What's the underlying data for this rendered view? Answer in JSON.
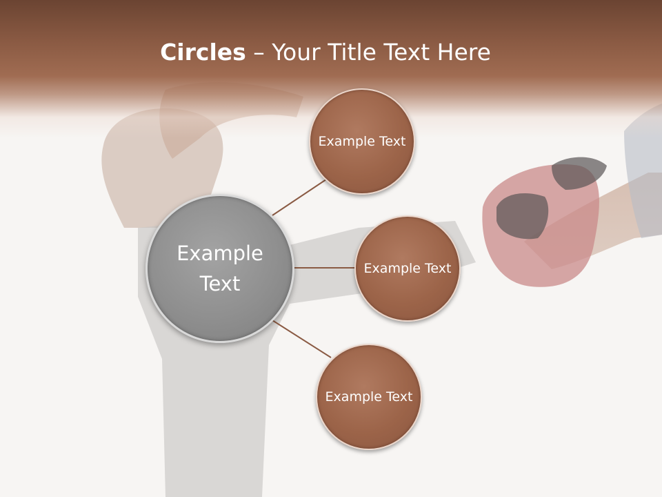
{
  "slide": {
    "title_bold": "Circles",
    "title_rest": " – Your Title Text Here"
  },
  "diagram": {
    "center": {
      "label": "Example Text",
      "color": "#8f8f8f"
    },
    "nodes": [
      {
        "label": "Example Text",
        "color": "#9c6449"
      },
      {
        "label": "Example Text",
        "color": "#9c6449"
      },
      {
        "label": "Example Text",
        "color": "#9c6449"
      }
    ],
    "connector_color": "#8a5a43"
  }
}
